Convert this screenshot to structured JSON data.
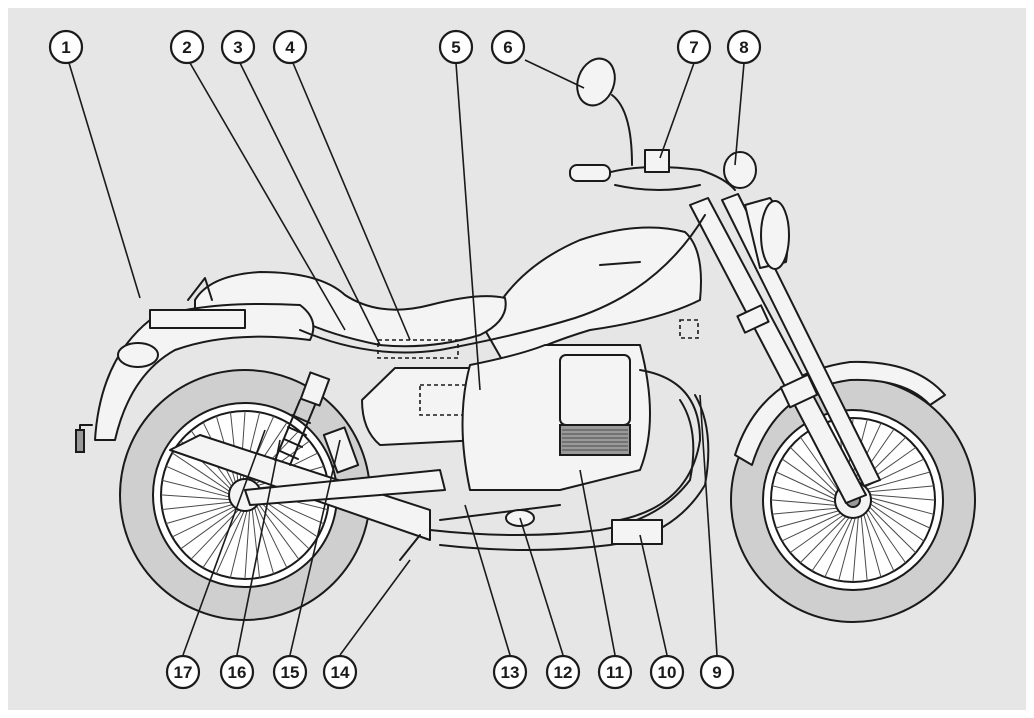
{
  "callouts": [
    {
      "label": "1"
    },
    {
      "label": "2"
    },
    {
      "label": "3"
    },
    {
      "label": "4"
    },
    {
      "label": "5"
    },
    {
      "label": "6"
    },
    {
      "label": "7"
    },
    {
      "label": "8"
    },
    {
      "label": "9"
    },
    {
      "label": "10"
    },
    {
      "label": "11"
    },
    {
      "label": "12"
    },
    {
      "label": "13"
    },
    {
      "label": "14"
    },
    {
      "label": "15"
    },
    {
      "label": "16"
    },
    {
      "label": "17"
    }
  ],
  "colors": {
    "background": "#e6e6e6",
    "line": "#1a1a1a",
    "panel_fill": "#f4f4f4"
  }
}
